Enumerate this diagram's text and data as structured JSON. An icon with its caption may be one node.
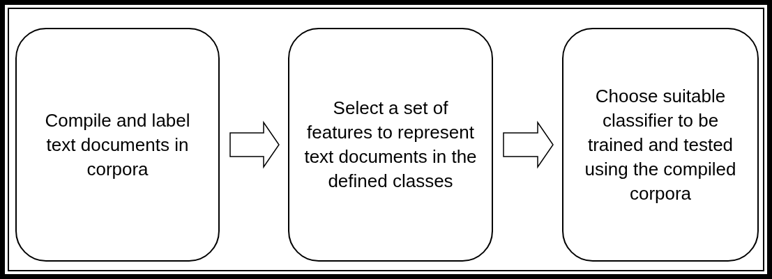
{
  "diagram": {
    "nodes": [
      {
        "text": [
          "Compile and label text documents in corpora"
        ]
      },
      {
        "text": [
          "Select a set of features to represent text documents in the defined classes"
        ]
      },
      {
        "text": [
          "Choose suitable classifier to be trained and tested using the compiled corpora"
        ]
      }
    ],
    "edges": [
      {
        "from": 0,
        "to": 1,
        "arrow": "to"
      },
      {
        "from": 1,
        "to": 2,
        "arrow": "to"
      }
    ]
  }
}
